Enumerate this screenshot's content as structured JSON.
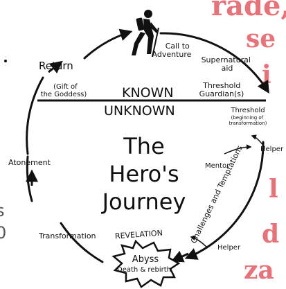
{
  "diagram": {
    "title_lines": [
      "The",
      "Hero's",
      "Journey"
    ],
    "divider": {
      "upper": "KNOWN",
      "lower": "UNKNOWN"
    },
    "stages": {
      "call_line1": "Call to",
      "call_line2": "Adventure",
      "supernatural_line1": "Supernatural",
      "supernatural_line2": "aid",
      "threshold_guardian_line1": "Threshold",
      "threshold_guardian_line2": "Guardian(s)",
      "threshold": "Threshold",
      "threshold_sub1": "(beginning of",
      "threshold_sub2": "transformation)",
      "helper_right": "Helper",
      "mentor": "Mentor",
      "challenges": "Challenges and Temptations",
      "helper_bottom": "Helper",
      "revelation": "REVELATION",
      "abyss_line1": "Abyss",
      "abyss_line2": "Death & rebirth",
      "transformation": "Transformation",
      "atonement": "Atonement",
      "return": "Return",
      "gift_line1": "(Gift of",
      "gift_line2": "the Goddess)"
    }
  },
  "cropped_text": {
    "right_lines": [
      "rade,",
      "se",
      "i",
      "l",
      "d",
      "za"
    ],
    "left_lines": [
      "s",
      "0"
    ]
  }
}
